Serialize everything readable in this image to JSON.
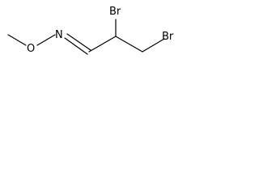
{
  "diagram": {
    "type": "skeletal-formula",
    "atoms": {
      "oxygen": "O",
      "nitrogen": "N",
      "bromine_1": "Br",
      "bromine_2": "Br"
    },
    "line_color": "#000000",
    "background": "#ffffff"
  }
}
